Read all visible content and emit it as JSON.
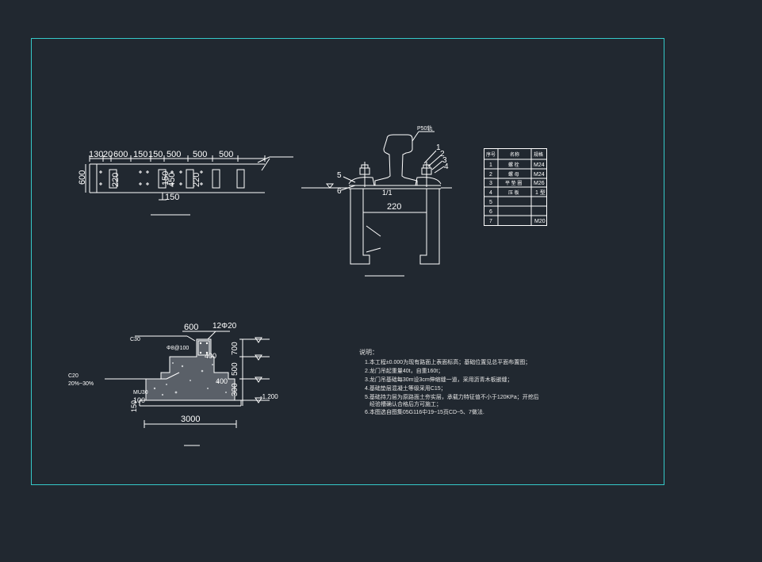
{
  "colors": {
    "background": "#212830",
    "frame": "#35c9c9",
    "lines": "#ffffff",
    "hatch": "#9aa0a6"
  },
  "plan": {
    "dims_top": [
      "130",
      "20",
      "600",
      "150",
      "150",
      "500",
      "500",
      "500"
    ],
    "dim_left": "600",
    "dim_inner_1": "220",
    "dim_inner_2": "150",
    "dim_inner_3": "450",
    "dim_inner_4": "220",
    "dim_bottom": "150"
  },
  "rail": {
    "rail_label": "P50轨",
    "marks": [
      "1",
      "2",
      "3",
      "4",
      "5",
      "6"
    ],
    "mark_center": "1/1",
    "dim_width": "220"
  },
  "parts_table": {
    "headers": [
      "序号",
      "名称",
      "规格"
    ],
    "rows": [
      {
        "no": "1",
        "name": "螺 栓",
        "spec": "M24"
      },
      {
        "no": "2",
        "name": "螺 母",
        "spec": "M24"
      },
      {
        "no": "3",
        "name": "平 垫 圈",
        "spec": "M26"
      },
      {
        "no": "4",
        "name": "压 板",
        "spec": "1 型"
      },
      {
        "no": "5",
        "name": "",
        "spec": ""
      },
      {
        "no": "6",
        "name": "",
        "spec": ""
      },
      {
        "no": "7",
        "name": "",
        "spec": "M20"
      }
    ]
  },
  "foundation": {
    "dim_top_1": "600",
    "dim_top_2": "12Φ20",
    "label_c30": "C30",
    "label_phi": "Φ8@100",
    "label_c20": "C20",
    "label_ratio": "20%~30%",
    "label_mu": "MU30",
    "dim_400_a": "400",
    "dim_400_b": "400",
    "dim_700": "700",
    "dim_500": "500",
    "dim_300": "300",
    "dim_100": "100",
    "dim_150": "150",
    "dim_base": "3000",
    "level_neg": "-1.200"
  },
  "notes": {
    "heading": "说明：",
    "lines": [
      "1.本工程±0.000为现有路面上表面标高；基础位置见总平面布置图；",
      "2.龙门吊起重量40t，自重160t；",
      "3.龙门吊基础每30m设3cm伸缩缝一道，采用沥青木板嵌缝；",
      "4.基础垫层混凝土等级采用C15；",
      "5.基础持力层为原路面土夯实层，承载力特征值不小于120KPa；开挖后",
      "经验槽确认合格后方可施工；",
      "6.本图选自图集05G116中19~15页CD~5、7做法."
    ]
  }
}
